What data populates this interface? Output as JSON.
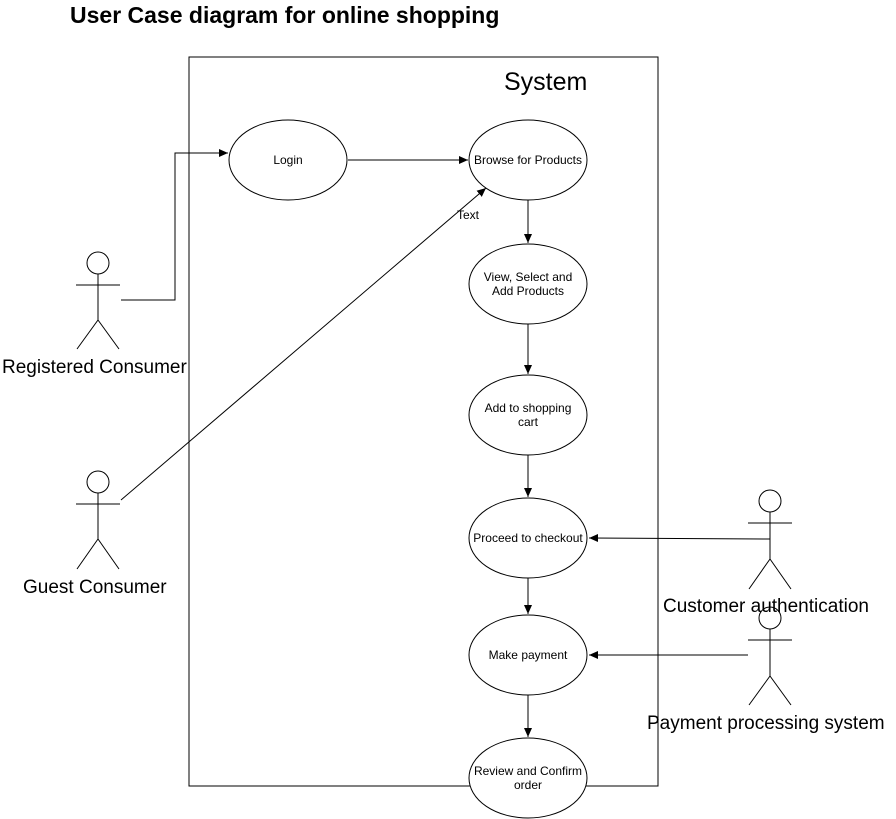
{
  "title": "User Case diagram for online shopping",
  "system_label": "System",
  "use_cases": {
    "login": "Login",
    "browse": "Browse for Products",
    "view_select": "View, Select and Add Products",
    "add_cart": "Add to shopping cart",
    "checkout": "Proceed to checkout",
    "payment": "Make payment",
    "review": "Review and Confirm order"
  },
  "actors": {
    "registered": "Registered Consumer",
    "guest": "Guest Consumer",
    "auth": "Customer authentication",
    "payment_system": "Payment processing system"
  },
  "edge_label": "Text"
}
